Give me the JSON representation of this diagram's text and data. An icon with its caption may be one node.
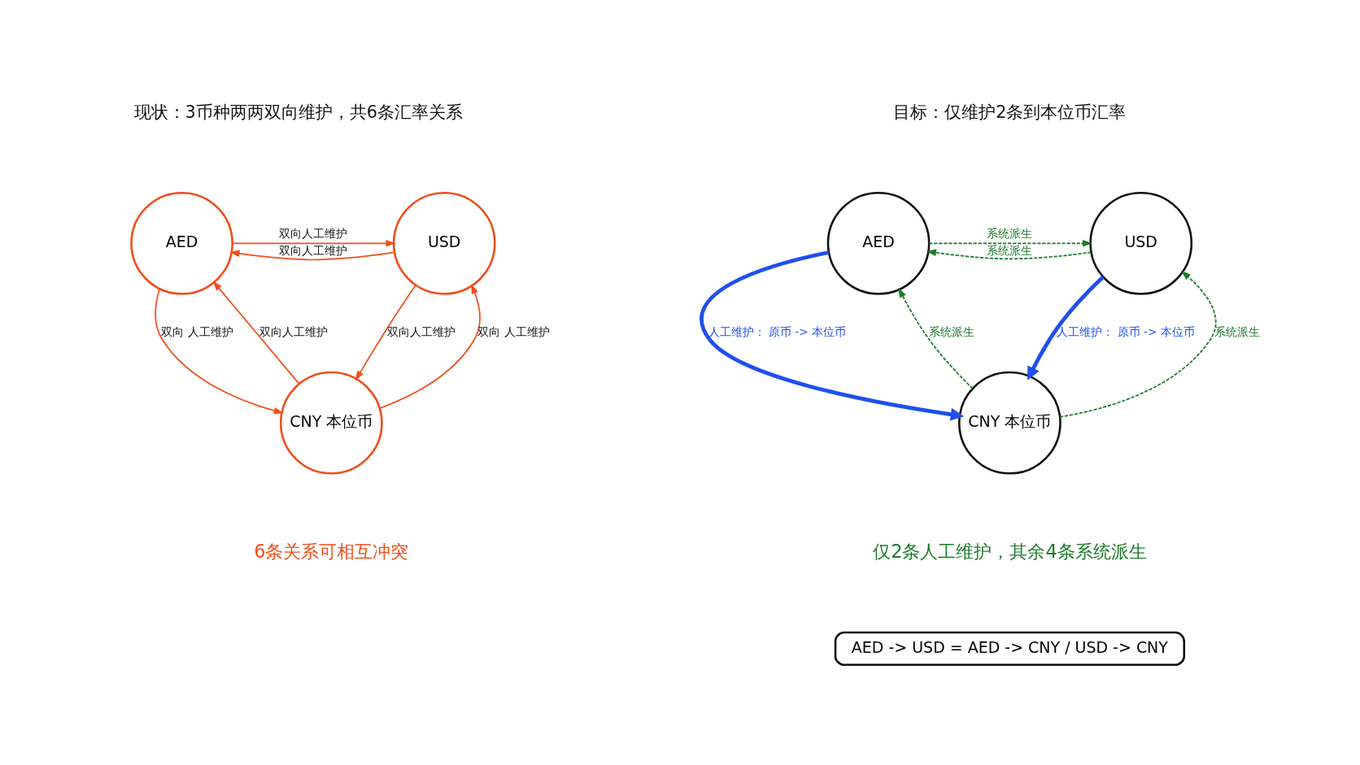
{
  "diagram": {
    "nodes": [
      {
        "text": [
          "AED"
        ]
      },
      {
        "text": [
          "USD"
        ]
      },
      {
        "text": [
          "CNY 本位币"
        ]
      },
      {
        "text": [
          "AED"
        ]
      },
      {
        "text": [
          "USD"
        ]
      },
      {
        "text": [
          "CNY 本位币"
        ]
      },
      {
        "text": [
          "AED -> USD = AED -> CNY / USD -> CNY"
        ]
      }
    ],
    "edges": [
      {
        "from": 0,
        "to": 1,
        "arrow": "to",
        "label": "双向人工维护"
      },
      {
        "from": 1,
        "to": 0,
        "arrow": "to",
        "label": "双向人工维护"
      },
      {
        "from": 2,
        "to": 0,
        "arrow": "to",
        "label": "双向人工维护"
      },
      {
        "from": 0,
        "to": 2,
        "arrow": "to",
        "label": "双向 人工维护"
      },
      {
        "from": 2,
        "to": 1,
        "arrow": "to",
        "label": "双向 人工维护"
      },
      {
        "from": 1,
        "to": 2,
        "arrow": "to",
        "label": "双向人工维护"
      },
      {
        "from": 3,
        "to": 4,
        "arrow": "to",
        "label": "系统派生",
        "style": "dashed",
        "color": "#1a7a2a"
      },
      {
        "from": 4,
        "to": 3,
        "arrow": "to",
        "label": "系统派生",
        "style": "dashed",
        "color": "#1a7a2a"
      },
      {
        "from": 3,
        "to": 5,
        "arrow": "to",
        "label": "人工维护： 原币 -> 本位币",
        "style": "thick",
        "color": "#1f4ff0"
      },
      {
        "from": 5,
        "to": 3,
        "arrow": "to",
        "label": "系统派生",
        "style": "dashed",
        "color": "#1a7a2a"
      },
      {
        "from": 4,
        "to": 5,
        "arrow": "to",
        "label": "人工维护： 原币 -> 本位币",
        "style": "thick",
        "color": "#1f4ff0"
      },
      {
        "from": 5,
        "to": 4,
        "arrow": "to",
        "label": "系统派生",
        "style": "dashed",
        "color": "#1a7a2a"
      }
    ],
    "labels": [
      "现状：3币种两两双向维护，共6条汇率关系",
      "目标：仅维护2条到本位币汇率",
      "6条关系可相互冲突",
      "仅2条人工维护，其余4条系统派生"
    ]
  }
}
